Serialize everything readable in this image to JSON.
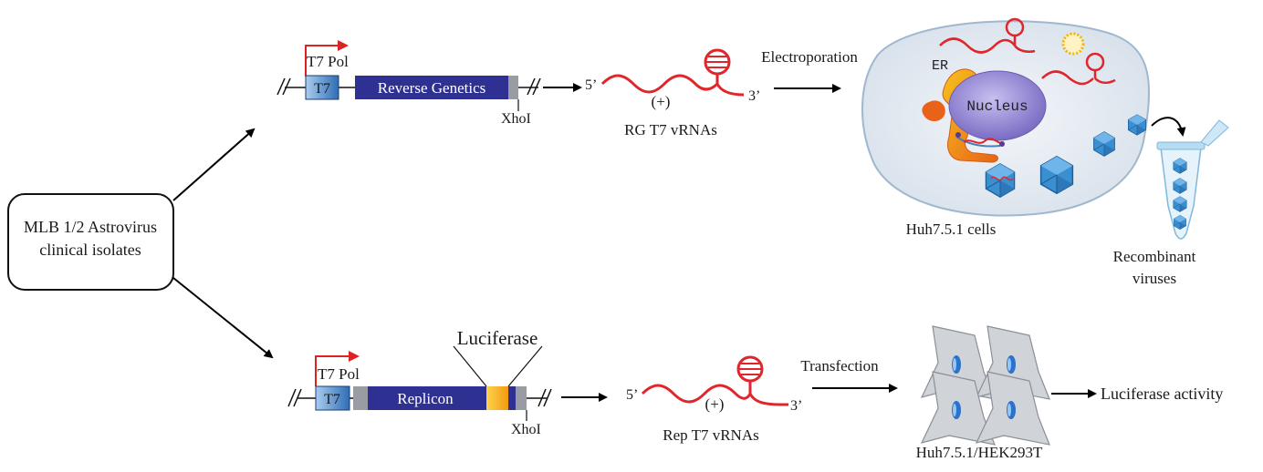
{
  "source_box": {
    "line1": "MLB 1/2 Astrovirus",
    "line2": "clinical isolates"
  },
  "top_construct": {
    "promoter_label": "T7 Pol",
    "t7_box": "T7",
    "gene_box": "Reverse Genetics",
    "site": "XhoI"
  },
  "top_rna": {
    "five_prime": "5’",
    "three_prime": "3’",
    "strand": "(+)",
    "caption": "RG T7 vRNAs"
  },
  "top_step": {
    "label": "Electroporation"
  },
  "cell": {
    "er_label": "ER",
    "nucleus_label": "Nucleus",
    "caption": "Huh7.5.1 cells"
  },
  "tube": {
    "caption_line1": "Recombinant",
    "caption_line2": "viruses"
  },
  "bottom_construct": {
    "promoter_label": "T7 Pol",
    "t7_box": "T7",
    "gene_box": "Replicon",
    "reporter_label": "Luciferase",
    "site": "XhoI"
  },
  "bottom_rna": {
    "five_prime": "5’",
    "three_prime": "3’",
    "strand": "(+)",
    "caption": "Rep T7 vRNAs"
  },
  "bottom_step": {
    "label": "Transfection"
  },
  "cells_bottom": {
    "caption": "Huh7.5.1/HEK293T"
  },
  "readout": {
    "label": "Luciferase activity"
  },
  "colors": {
    "t7_blue": "#4a86c8",
    "gene_navy": "#2e3192",
    "rna_red": "#e0252b",
    "luciferase_yellow": "#f5b814",
    "cell_fill": "#e8edf3",
    "nucleus": "#9a8fd6",
    "capsid": "#3a8fd0"
  }
}
